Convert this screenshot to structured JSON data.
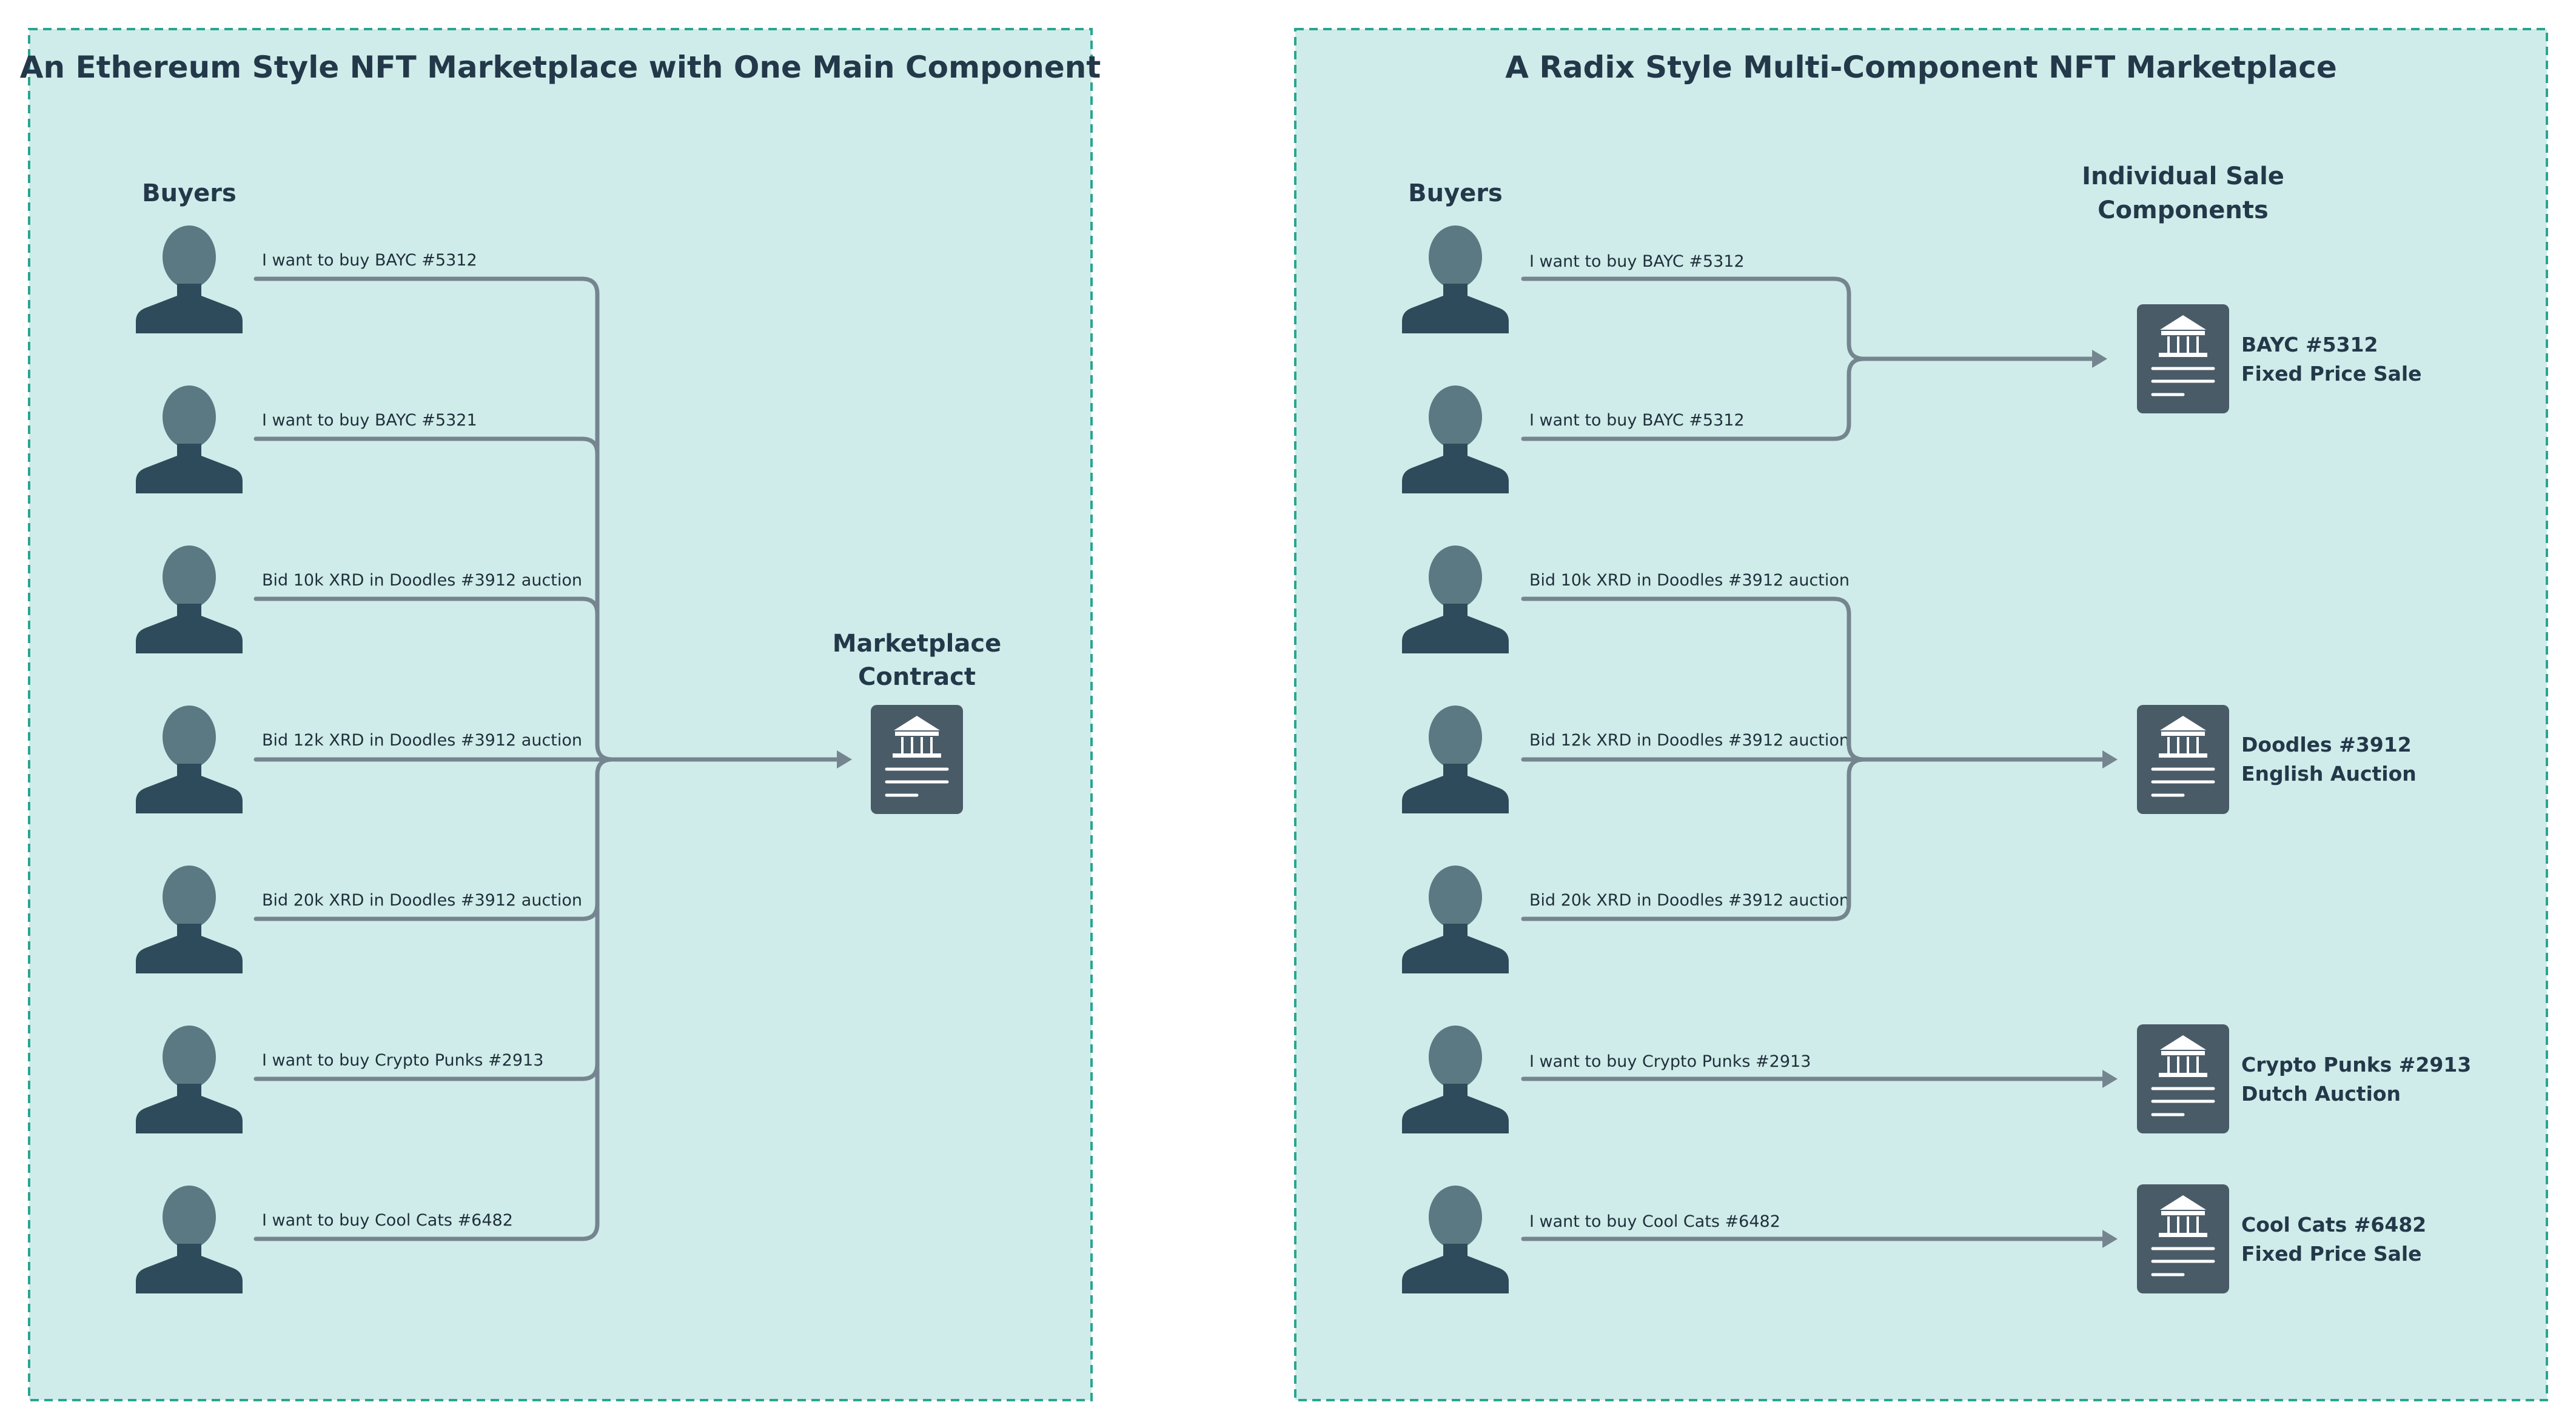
{
  "left_panel": {
    "title": "An Ethereum Style NFT Marketplace with One Main Component",
    "buyers_heading": "Buyers",
    "requests": [
      "I want to buy BAYC #5312",
      "I want to buy BAYC #5321",
      "Bid 10k XRD in Doodles #3912 auction",
      "Bid 12k XRD in Doodles #3912 auction",
      "Bid 20k XRD in Doodles #3912 auction",
      "I want to buy Crypto Punks #2913",
      "I want to buy Cool Cats #6482"
    ],
    "contract_label_line1": "Marketplace",
    "contract_label_line2": "Contract"
  },
  "right_panel": {
    "title": "A Radix Style Multi-Component NFT Marketplace",
    "buyers_heading": "Buyers",
    "components_heading_line1": "Individual Sale",
    "components_heading_line2": "Components",
    "requests": [
      "I want to buy BAYC #5312",
      "I want to buy BAYC #5312",
      "Bid 10k XRD in Doodles #3912 auction",
      "Bid 12k XRD in Doodles #3912 auction",
      "Bid 20k XRD in Doodles #3912 auction",
      "I want to buy Crypto Punks #2913",
      "I want to buy Cool Cats #6482"
    ],
    "components": [
      {
        "name": "BAYC #5312",
        "type": "Fixed Price Sale"
      },
      {
        "name": "Doodles #3912",
        "type": "English Auction"
      },
      {
        "name": "Crypto Punks #2913",
        "type": "Dutch Auction"
      },
      {
        "name": "Cool Cats #6482",
        "type": "Fixed Price Sale"
      }
    ]
  },
  "icons": {
    "buyer": "person-silhouette-icon",
    "component": "bank-document-icon"
  },
  "colors": {
    "panel_fill": "#d0ecea",
    "panel_border": "#2aa590",
    "flow_line": "#75858f",
    "person_head": "#5a7982",
    "person_body": "#2e4b5b",
    "document": "#4a5b68",
    "title_text": "#23394a"
  }
}
